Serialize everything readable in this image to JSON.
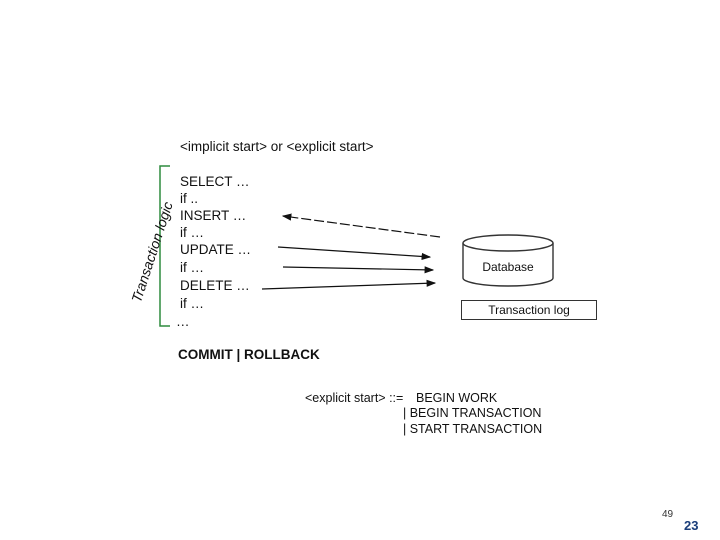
{
  "diagram": {
    "start_line": "<implicit start> or <explicit start>",
    "code_lines": [
      "SELECT …",
      "if ..",
      "INSERT …",
      "if …",
      "UPDATE …",
      "if …",
      "DELETE …",
      "if …",
      "…"
    ],
    "transaction_logic_label": "Transaction logic",
    "commit_line": "COMMIT | ROLLBACK",
    "database_label": "Database",
    "transaction_log_label": "Transaction log",
    "grammar": {
      "line1_lhs": "<explicit start> ::=",
      "line1_rhs": "BEGIN WORK",
      "line2": "| BEGIN TRANSACTION",
      "line3": "| START TRANSACTION"
    }
  },
  "page": {
    "number_small": "49",
    "number_large": "23"
  },
  "colors": {
    "page_number_accent": "#1a3d7a",
    "brace_color": "#2e8b3e"
  }
}
